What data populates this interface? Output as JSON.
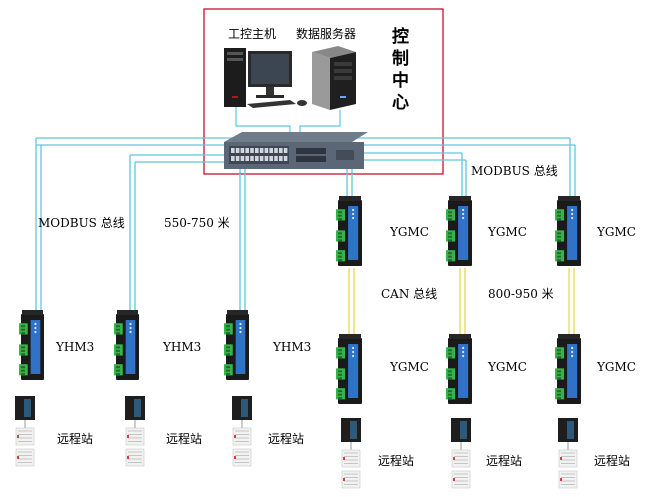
{
  "control_center": {
    "label_chars": [
      "控",
      "制",
      "中",
      "心"
    ],
    "pc_label": "工控主机",
    "server_label": "数据服务器"
  },
  "bus_labels": {
    "modbus_left": "MODBUS 总线",
    "distance_left": "550-750 米",
    "modbus_right": "MODBUS 总线",
    "can": "CAN 总线",
    "distance_right": "800-950 米"
  },
  "device_labels": {
    "yhm3": "YHM3",
    "ygmc": "YGMC",
    "remote": "远程站"
  },
  "colors": {
    "network_line": "#5ec8dc",
    "can_line": "#e8d84a",
    "frame": "#c8102e",
    "module_blue": "#2f72c8",
    "terminal_green": "#37b34a"
  }
}
